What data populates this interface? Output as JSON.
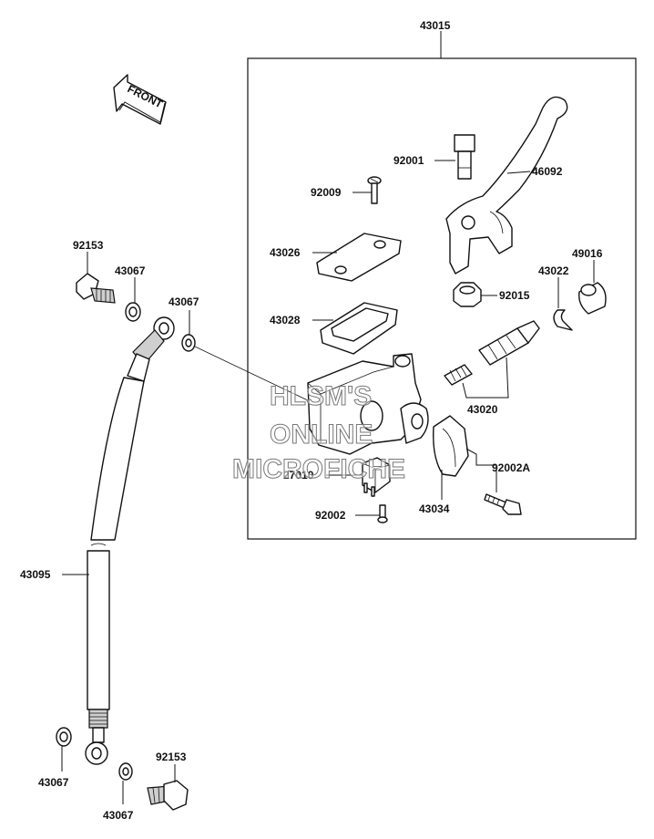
{
  "front_arrow": {
    "text": "FRONT"
  },
  "labels": {
    "assembly": "43015",
    "bolt_92001": "92001",
    "lever": "46092",
    "screw_92009": "92009",
    "cap": "43026",
    "diaphragm": "43028",
    "nut": "92015",
    "circlip": "43022",
    "boot": "49016",
    "piston_kit": "43020",
    "switch": "27010",
    "clamp": "43034",
    "bolt_92002a": "92002A",
    "screw_92002": "92002",
    "banjo_top": "92153",
    "washer_top_left": "43067",
    "washer_top_right": "43067",
    "hose": "43095",
    "washer_bottom_left": "43067",
    "banjo_bottom": "92153",
    "washer_bottom_right": "43067"
  },
  "watermark": {
    "line1": "HLSM'S",
    "line2": "ONLINE",
    "line3": "MICROFICHE"
  }
}
